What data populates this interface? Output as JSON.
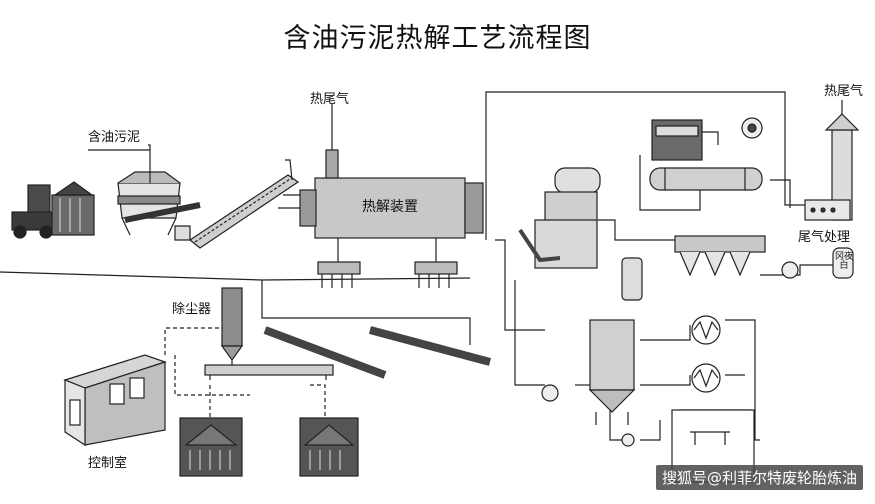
{
  "title": "含油污泥热解工艺流程图",
  "labels": {
    "feed": "含油污泥",
    "exhaust_left": "热尾气",
    "pyrolysis": "热解装置",
    "exhaust_right": "热尾气",
    "tail_gas_treatment": "尾气处理",
    "dust_collector": "除尘器",
    "control_room": "控制室",
    "tank_mark": "冈夜白"
  },
  "watermark": "搜狐号@利菲尔特废轮胎炼油",
  "colors": {
    "line": "#222222",
    "fill_light": "#d8d8d8",
    "fill_mid": "#bdbdbd",
    "fill_dark": "#5a5a5a"
  }
}
